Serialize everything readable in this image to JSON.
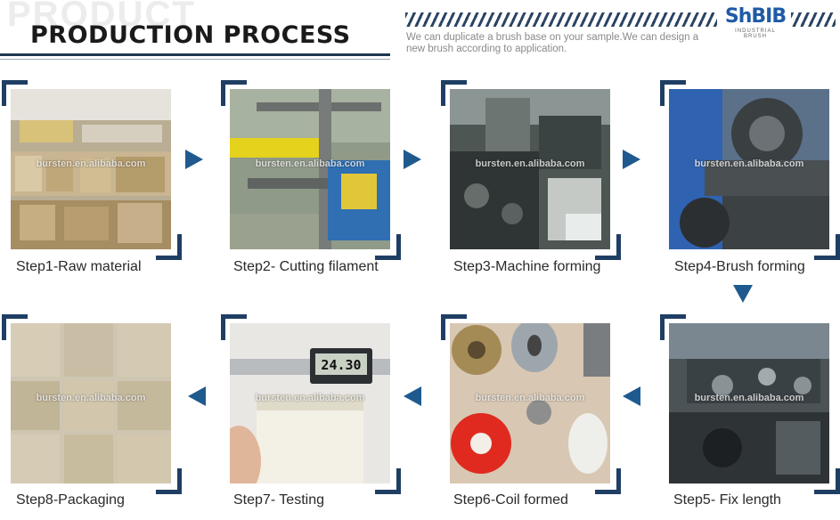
{
  "header": {
    "ghost_text": "PRODUCT",
    "title": "PRODUCTION PROCESS",
    "subtitle": "We can duplicate a brush base on your sample.We can design a new brush according to application.",
    "logo_text": "ShBIB",
    "logo_sub": "INDUSTRIAL BRUSH"
  },
  "watermark": "bursten.en.alibaba.com",
  "steps": [
    {
      "label": "Step1-Raw material"
    },
    {
      "label": "Step2- Cutting filament"
    },
    {
      "label": "Step3-Machine forming"
    },
    {
      "label": "Step4-Brush forming"
    },
    {
      "label": "Step5- Fix length"
    },
    {
      "label": "Step6-Coil formed"
    },
    {
      "label": "Step7- Testing"
    },
    {
      "label": "Step8-Packaging"
    }
  ],
  "caliper_reading": "24.30",
  "colors": {
    "accent": "#1f3e63",
    "arrow": "#1f5a8f"
  }
}
